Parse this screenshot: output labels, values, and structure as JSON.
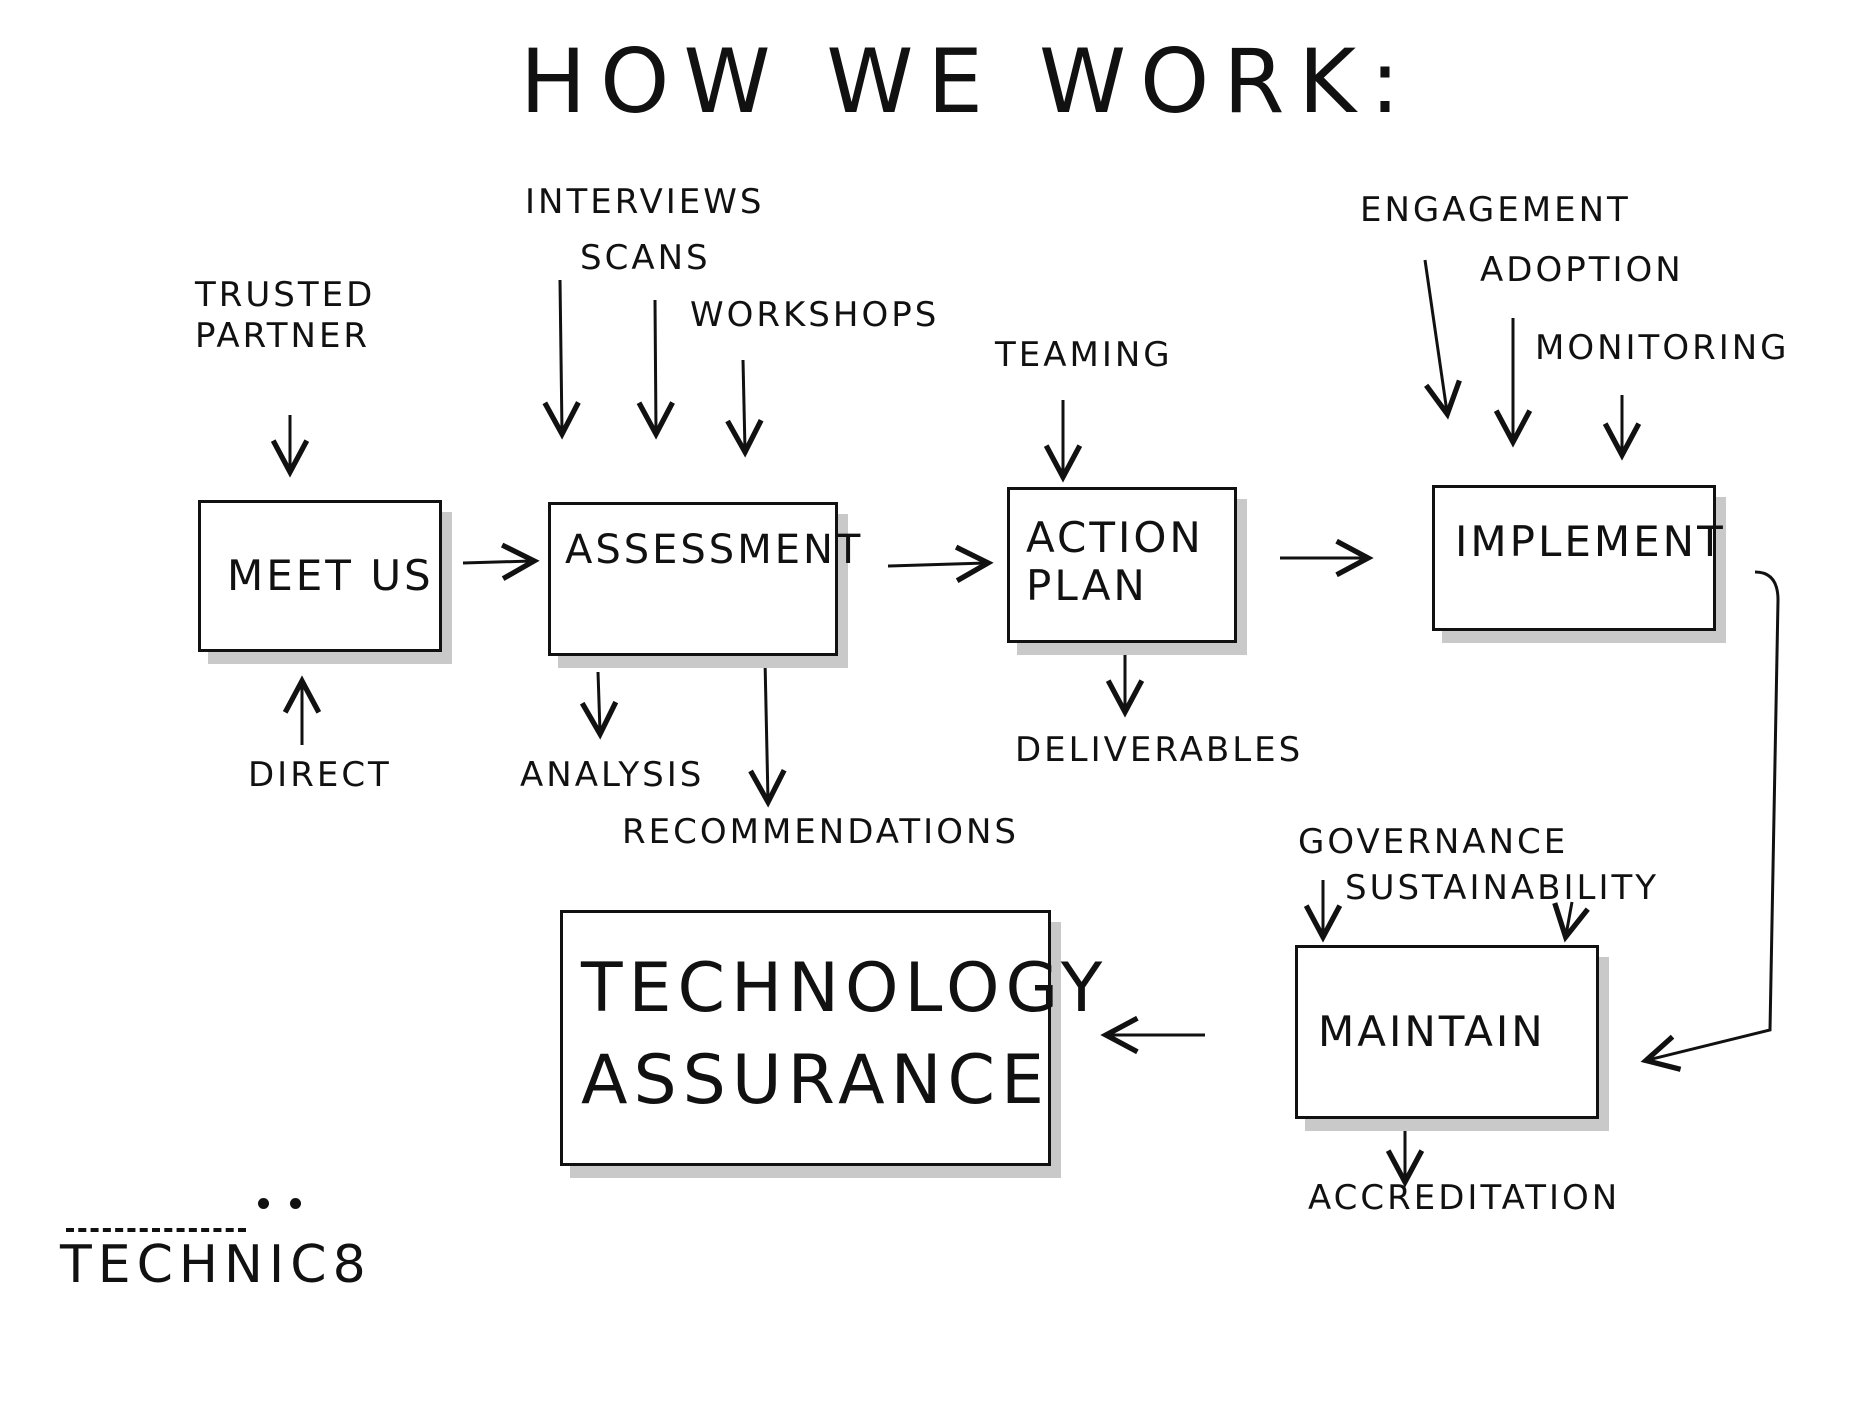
{
  "title": "HOW WE WORK:",
  "stages": {
    "meet_us": "MEET US",
    "assessment": "ASSESSMENT",
    "action_plan": "ACTION PLAN",
    "implement": "IMPLEMENT",
    "maintain": "MAINTAIN",
    "technology_assurance": "TECHNOLOGY ASSURANCE"
  },
  "labels": {
    "trusted_partner": "TRUSTED PARTNER",
    "direct": "DIRECT",
    "interviews": "INTERVIEWS",
    "scans": "SCANS",
    "workshops": "WORKSHOPS",
    "analysis": "ANALYSIS",
    "recommendations": "RECOMMENDATIONS",
    "teaming": "TEAMING",
    "deliverables": "DELIVERABLES",
    "engagement": "ENGAGEMENT",
    "adoption": "ADOPTION",
    "monitoring": "MONITORING",
    "governance": "GOVERNANCE",
    "sustainability": "SUSTAINABILITY",
    "accreditation": "ACCREDITATION"
  },
  "logo": "TECHNIC8",
  "colors": {
    "ink": "#111111",
    "shadow": "#c9c9c9",
    "background": "#ffffff"
  }
}
